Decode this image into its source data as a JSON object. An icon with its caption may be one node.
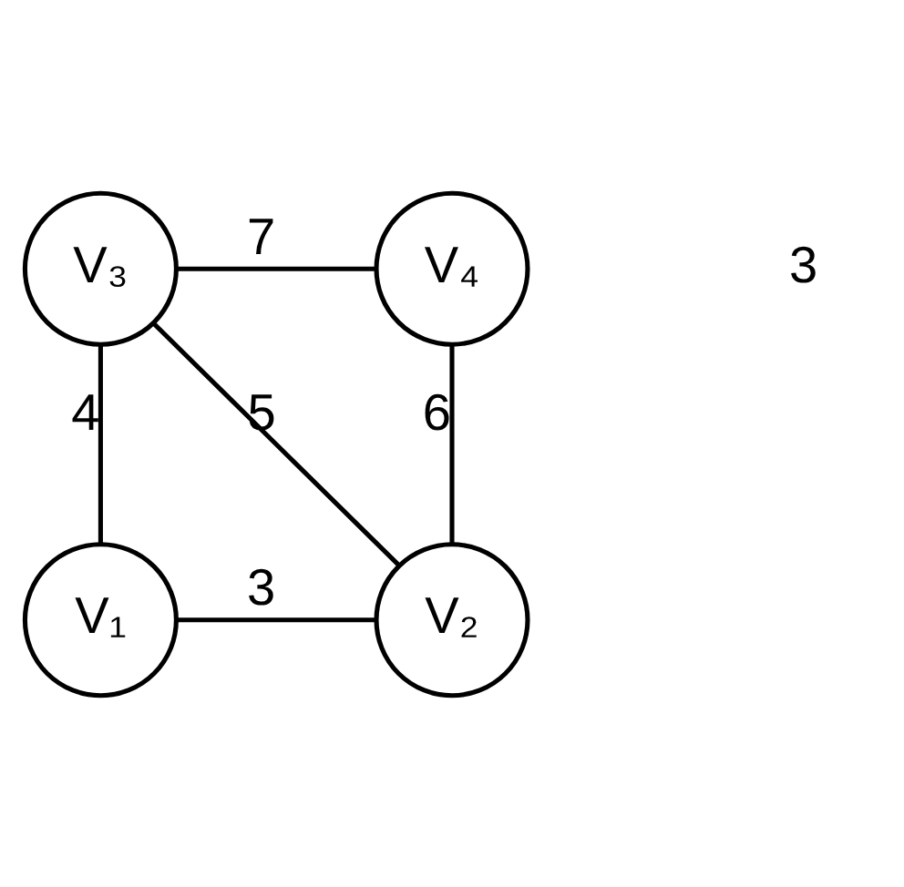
{
  "diagram": {
    "nodes": [
      {
        "text": [
          "V₃"
        ]
      },
      {
        "text": [
          "V₄"
        ]
      },
      {
        "text": [
          "V₁"
        ]
      },
      {
        "text": [
          "V₂"
        ]
      }
    ],
    "edges": [
      {
        "from": 0,
        "to": 1,
        "arrow": "none",
        "label": "7"
      },
      {
        "from": 0,
        "to": 2,
        "arrow": "none",
        "label": "4"
      },
      {
        "from": 0,
        "to": 3,
        "arrow": "none",
        "label": "5"
      },
      {
        "from": 1,
        "to": 3,
        "arrow": "none",
        "label": "6"
      },
      {
        "from": 2,
        "to": 3,
        "arrow": "none",
        "label": "3"
      }
    ],
    "labels": [
      "3"
    ]
  }
}
